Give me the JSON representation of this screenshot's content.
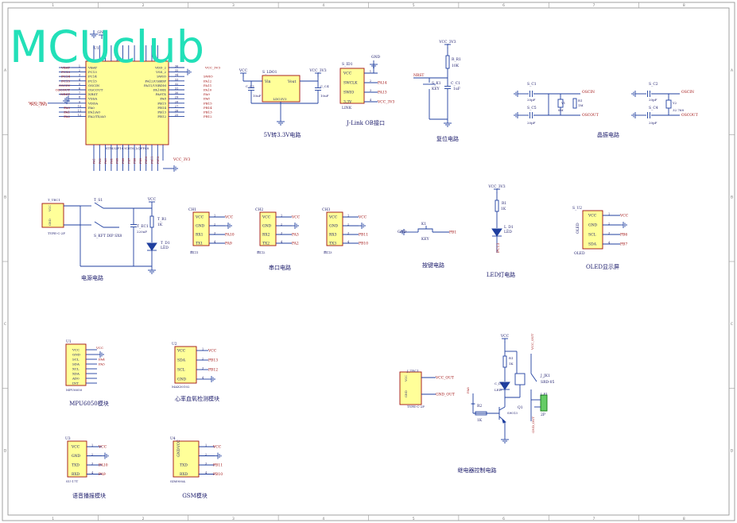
{
  "watermark": "MCUclub",
  "border": {
    "cols": [
      "1",
      "2",
      "3",
      "4",
      "5",
      "6",
      "7",
      "8"
    ],
    "rows": [
      "A",
      "B",
      "C",
      "D"
    ]
  },
  "mcu": {
    "ref": "U1",
    "part": "STM32F103C8T6_LQFP48",
    "left_pins": [
      {
        "num": "1",
        "name": "VBAT",
        "net": "VBAT"
      },
      {
        "num": "2",
        "name": "PC13",
        "net": "PC13"
      },
      {
        "num": "3",
        "name": "PC14",
        "net": "PC14"
      },
      {
        "num": "4",
        "name": "PC15",
        "net": "PC15"
      },
      {
        "num": "5",
        "name": "OSCIN",
        "net": "OSCIN"
      },
      {
        "num": "6",
        "name": "OSCOUT",
        "net": "OSCOUT"
      },
      {
        "num": "7",
        "name": "NRST",
        "net": "NRST"
      },
      {
        "num": "8",
        "name": "VSSA",
        "net": "GND"
      },
      {
        "num": "9",
        "name": "VDDA",
        "net": "VCC_3V3"
      },
      {
        "num": "10",
        "name": "PA0",
        "net": "PA0"
      },
      {
        "num": "11",
        "name": "PA1/AO",
        "net": "PA1"
      },
      {
        "num": "12",
        "name": "PA2/TX/AO",
        "net": "PA2"
      }
    ],
    "right_pins": [
      {
        "num": "36",
        "name": "VDD_2",
        "net": "VCC_3V3"
      },
      {
        "num": "35",
        "name": "VSS_2",
        "net": "GND"
      },
      {
        "num": "34",
        "name": "SWIO",
        "net": "SWIO"
      },
      {
        "num": "33",
        "name": "PA12/USBDP",
        "net": "PA12"
      },
      {
        "num": "32",
        "name": "PA11/USBDM",
        "net": "PA11"
      },
      {
        "num": "31",
        "name": "PA10RX",
        "net": "PA10"
      },
      {
        "num": "30",
        "name": "PA9TX",
        "net": "PA9"
      },
      {
        "num": "29",
        "name": "PA8",
        "net": "PA8"
      },
      {
        "num": "28",
        "name": "PB15",
        "net": "PB15"
      },
      {
        "num": "27",
        "name": "PB14",
        "net": "PB14"
      },
      {
        "num": "26",
        "name": "PB13",
        "net": "PB13"
      },
      {
        "num": "25",
        "name": "PB12",
        "net": "PB12"
      }
    ],
    "vcc_label": "VCC_3V3",
    "gnd_label": "GND"
  },
  "ldo": {
    "ref": "S_LDO1",
    "part": "LDO3V3",
    "vin": "Vin",
    "vout": "Vout",
    "gnd": "GND",
    "cap1": "C_C3",
    "cap1_val": "10uF",
    "cap2": "C_C4",
    "cap2_val": "10uF",
    "vcc_in": "VCC",
    "vcc_out": "VCC_3V3",
    "caption": "5V转3.3V电路"
  },
  "jlink": {
    "ref": "S_ID1",
    "part": "LINK",
    "pins": [
      {
        "num": "1",
        "name": "VCC",
        "net": ""
      },
      {
        "num": "2",
        "name": "SWCLK",
        "net": "PA14"
      },
      {
        "num": "3",
        "name": "SWIO",
        "net": "PA13"
      },
      {
        "num": "4",
        "name": "3.3V",
        "net": "VCC_3V3"
      }
    ],
    "gnd": "GND",
    "caption": "J-Link OB接口"
  },
  "reset": {
    "vcc": "VCC_3V3",
    "res": "R_R1",
    "res_val": "10K",
    "key": "S_K1",
    "key_val": "KEY",
    "cap": "C_C1",
    "cap_val": "1uF",
    "net": "NRST",
    "gnd": "GND",
    "caption": "复位电路"
  },
  "crystal": {
    "c1": "S_C1",
    "c1_val": "20pF",
    "c5": "S_C5",
    "c5_val": "20pF",
    "y1": "Y1",
    "y1_val": "8M",
    "r1": "R1",
    "r1_val": "1M",
    "c2": "S_C2",
    "c2_val": "20pF",
    "c4": "S_C4",
    "c4_val": "20pF",
    "y2": "Y2",
    "y2_val": "32.768",
    "oscin": "OSCIN",
    "oscout": "OSCOUT",
    "gnd": "GND",
    "caption": "晶振电路"
  },
  "power": {
    "ref": "T_TEC1",
    "part": "TYPE-C-2P",
    "switch": "T_S1",
    "switch_val": "S_KFT DIP SX8",
    "cap": "T_EC1",
    "cap_val": "220uF",
    "res": "T_R1",
    "res_val": "1K",
    "led": "T_D1",
    "led_val": "LED",
    "vcc": "VCC",
    "gnd": "GND",
    "caption": "电源电路"
  },
  "serial": {
    "caption": "串口电路",
    "headers": [
      {
        "ref": "CH1",
        "part": "串口1",
        "pins": [
          "VCC",
          "GND",
          "RX1",
          "TX1"
        ],
        "nets": [
          "VCC",
          "",
          "PA10",
          "PA9"
        ]
      },
      {
        "ref": "CH2",
        "part": "串口2",
        "pins": [
          "VCC",
          "GND",
          "RX2",
          "TX2"
        ],
        "nets": [
          "VCC",
          "",
          "PA3",
          "PA2"
        ]
      },
      {
        "ref": "CH3",
        "part": "串口3",
        "pins": [
          "VCC",
          "GND",
          "RX3",
          "TX3"
        ],
        "nets": [
          "VCC",
          "",
          "PB11",
          "PB10"
        ]
      }
    ]
  },
  "key": {
    "ref": "K1",
    "val": "KEY",
    "net": "PB1",
    "gnd": "GND",
    "caption": "按键电路"
  },
  "led": {
    "vcc": "VCC_3V3",
    "res": "R1",
    "res_val": "1K",
    "led": "L_D1",
    "led_val": "LED",
    "net": "PC13",
    "caption": "LED灯电路"
  },
  "oled": {
    "ref": "S_U2",
    "part": "OLED",
    "caption": "OLED显示屏",
    "pins": [
      {
        "num": "1",
        "name": "VCC",
        "net": "VCC"
      },
      {
        "num": "2",
        "name": "GND",
        "net": "GND"
      },
      {
        "num": "3",
        "name": "SCL",
        "net": "PB6"
      },
      {
        "num": "4",
        "name": "SDA",
        "net": "PB7"
      }
    ]
  },
  "mpu": {
    "ref": "U1",
    "part": "MPU6050",
    "caption": "MPU6050模块",
    "pins": [
      "VCC",
      "GND",
      "SCL",
      "SDA",
      "XCL",
      "XDA",
      "AD0",
      "INT"
    ],
    "nets": [
      "VCC",
      "GND",
      "PA4",
      "PA5",
      "",
      "",
      "",
      ""
    ]
  },
  "max": {
    "ref": "U2",
    "part": "MAX30102",
    "caption": "心率血氧检测模块",
    "pins": [
      "VCC",
      "SDA",
      "SCL",
      "GND"
    ],
    "nets": [
      "VCC",
      "PB13",
      "PB12",
      "GND"
    ]
  },
  "voice": {
    "ref": "U3",
    "part": "SU-17T",
    "caption": "语音播报模块",
    "pins": [
      "VCC",
      "GND",
      "TXD",
      "RXD"
    ],
    "nets": [
      "VCC",
      "GND",
      "PA10",
      "PA9"
    ]
  },
  "gsm": {
    "ref": "U4",
    "part": "SIM900A",
    "caption": "GSM模块",
    "pins": [
      "VCC",
      "GND",
      "TXD",
      "RXD"
    ],
    "nets": [
      "VCC",
      "GND",
      "PB11",
      "PB10"
    ]
  },
  "relay_conn": {
    "ref": "J_TEC1",
    "part": "TYPE-C-2P",
    "net1": "VCC_OUT",
    "net2": "GND_OUT"
  },
  "relay": {
    "vcc": "VCC",
    "r1": "R1",
    "r1_val": "1K",
    "d": "C_D1",
    "d_val": "LED",
    "q": "Q1",
    "q_val": "S9013",
    "r2": "R2",
    "r2_val": "1K",
    "jk": "J_JK1",
    "jk_val": "SRD-05",
    "p": "J_P1",
    "p_val": "2P",
    "net": "PA8",
    "vcc_out": "VCC_OUT",
    "gnd_out": "GND_OUT",
    "d2": "L_D2",
    "caption": "继电器控制电路"
  },
  "colors": {
    "wire": "#1f3f9f",
    "body_fill": "#ffff99",
    "body_stroke": "#a01010",
    "net": "#a01010",
    "text": "#1a1a6a",
    "watermark": "#22e0b8"
  }
}
